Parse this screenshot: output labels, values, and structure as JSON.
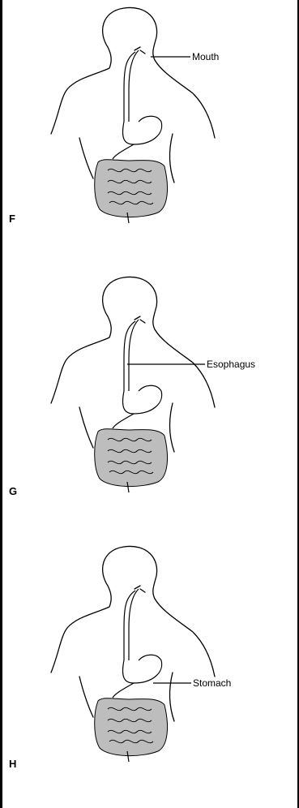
{
  "panels": [
    {
      "letter": "F",
      "label": "Mouth",
      "target": "mouth"
    },
    {
      "letter": "G",
      "label": "Esophagus",
      "target": "esophagus"
    },
    {
      "letter": "H",
      "label": "Stomach",
      "target": "stomach"
    }
  ]
}
